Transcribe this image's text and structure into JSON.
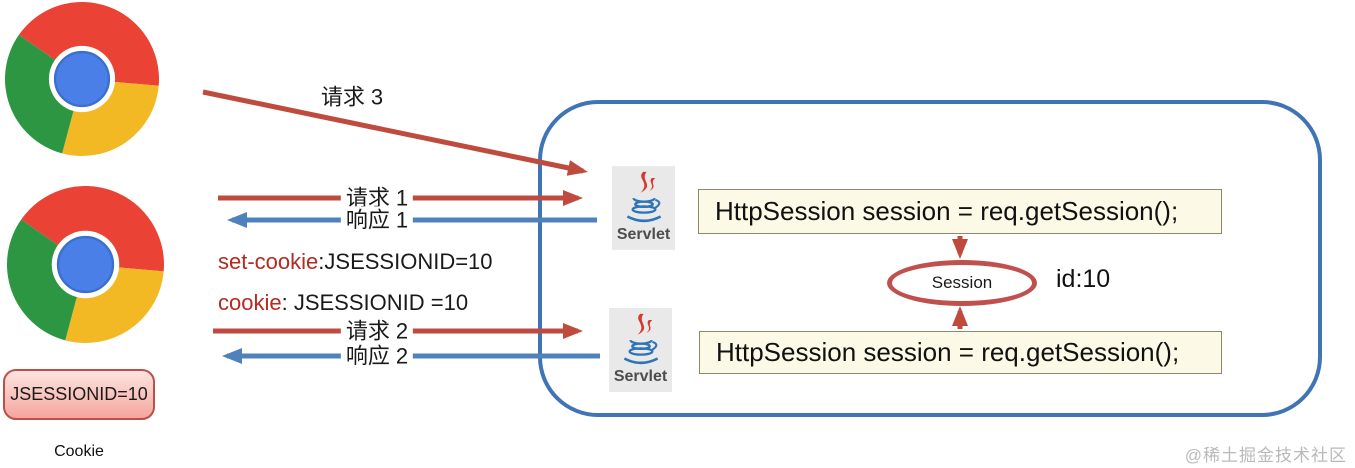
{
  "browser": {
    "icon": "chrome-logo",
    "cookie_store": {
      "value": "JSESSIONID=10",
      "caption": "Cookie"
    }
  },
  "messages": {
    "request3": "请求 3",
    "request1": "请求 1",
    "response1": "响应 1",
    "request2": "请求 2",
    "response2": "响应 2"
  },
  "headers": {
    "set_cookie_name": "set-cookie",
    "set_cookie_rest": ":JSESSIONID=10",
    "cookie_name": "cookie",
    "cookie_rest": ": JSESSIONID =10"
  },
  "server": {
    "servlet1_label": "Servlet",
    "servlet2_label": "Servlet",
    "code1": "HttpSession session = req.getSession();",
    "code2": "HttpSession session = req.getSession();",
    "session_label": "Session",
    "session_id": "id:10"
  },
  "watermark": "@稀土掘金技术社区",
  "colors": {
    "request_arrow": "#bf4b3e",
    "response_arrow": "#4f81bd",
    "server_border": "#3f74b5",
    "session_border": "#c0504d",
    "code_box_bg": "#fcfae6",
    "cookie_box_bg": "#f4a69e",
    "cookie_box_border": "#bb4f4a",
    "header_red": "#b52a21",
    "servlet_bg": "#e9e9e9"
  }
}
